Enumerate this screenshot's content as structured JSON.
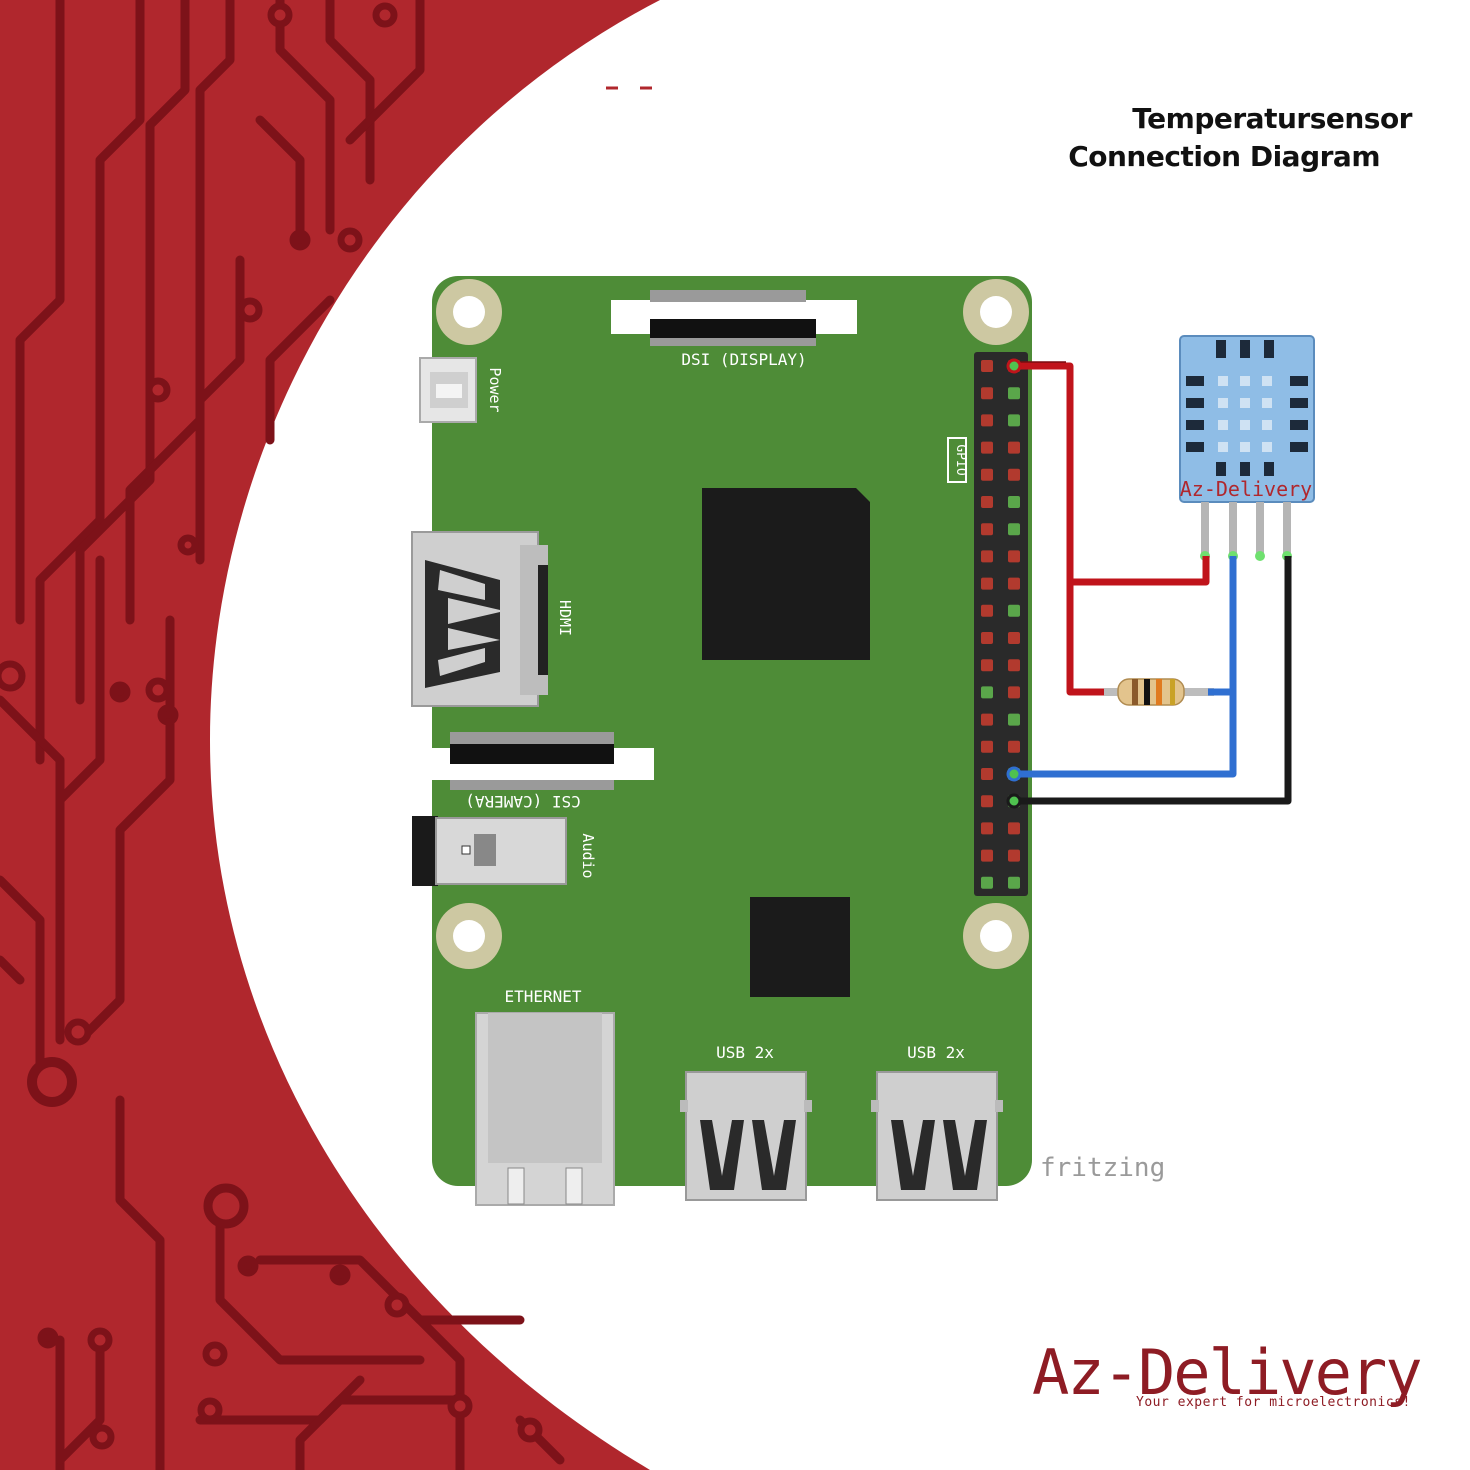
{
  "title": {
    "line1": "Temperatursensor",
    "line2": "Connection Diagram"
  },
  "board_labels": {
    "dsi": "DSI (DISPLAY)",
    "csi": "CSI (CAMERA)",
    "power": "Power",
    "hdmi": "HDMI",
    "audio": "Audio",
    "gpio": "GPIO",
    "ethernet": "ETHERNET",
    "usb1": "USB 2x",
    "usb2": "USB 2x"
  },
  "sensor_label": "Az-Delivery",
  "watermark": "fritzing",
  "brand": {
    "name": "Az-Delivery",
    "tagline": "Your expert for microelectronics!"
  },
  "colors": {
    "brand_red": "#b0272d",
    "pcb_green": "#4e8c37",
    "wire_vcc": "#c0141b",
    "wire_data": "#2f6fd1",
    "wire_gnd": "#1a1a1a",
    "sensor_blue": "#8fbde6"
  },
  "connections": [
    {
      "from": "GPIO pin 1 (3.3V)",
      "to": "DHT11 VCC",
      "color": "red"
    },
    {
      "from": "GPIO pin 1 (3.3V)",
      "to": "DHT11 DATA (via pull-up resistor)",
      "color": "red"
    },
    {
      "from": "GPIO pin 15",
      "to": "DHT11 DATA",
      "color": "blue"
    },
    {
      "from": "GPIO pin 17 (GND)",
      "to": "DHT11 GND",
      "color": "black"
    }
  ]
}
